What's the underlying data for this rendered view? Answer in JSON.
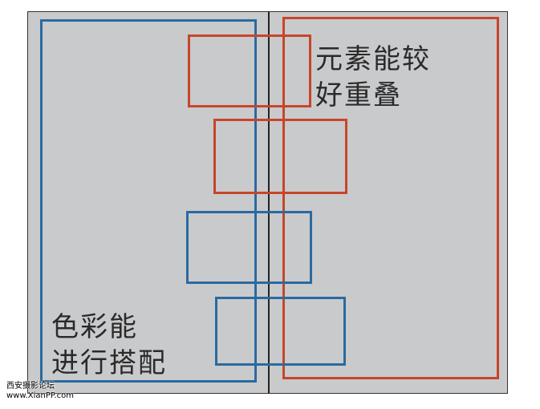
{
  "labels": {
    "top_right_line1": "元素能较",
    "top_right_line2": "好重叠",
    "bottom_left_line1": "色彩能",
    "bottom_left_line2": "进行搭配"
  },
  "watermark": {
    "line1": "西安摄影论坛",
    "line2": "www.XianPP.com"
  },
  "colors": {
    "blue": "#2a6aa0",
    "red": "#c8452a",
    "panel": "#c9cacc"
  }
}
